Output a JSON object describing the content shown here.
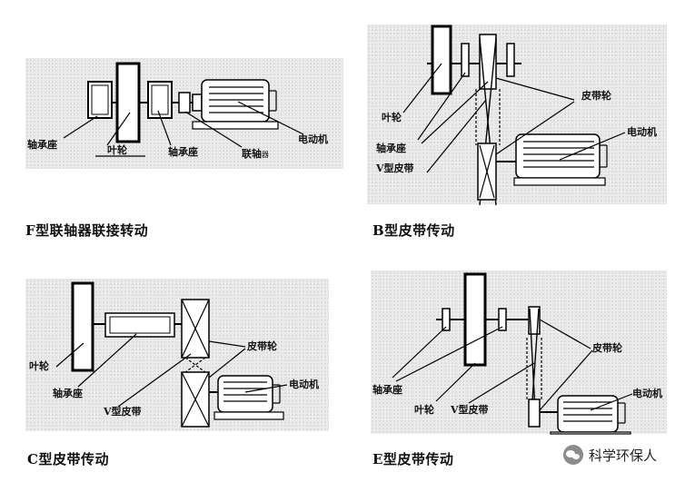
{
  "diagrams": {
    "f": {
      "caption": "F型联轴器联接转动",
      "labels": {
        "bearing_left": "轴承座",
        "impeller": "叶轮",
        "bearing_right": "轴承座",
        "coupling": "联轴",
        "coupling_suffix": "器",
        "motor": "电动机"
      }
    },
    "b": {
      "caption": "B型皮带传动",
      "labels": {
        "pulley": "皮带轮",
        "impeller": "叶轮",
        "bearing": "轴承座",
        "vbelt": "V型皮带",
        "motor": "电动机"
      }
    },
    "c": {
      "caption": "C型皮带传动",
      "labels": {
        "pulley": "皮带轮",
        "impeller": "叶轮",
        "bearing": "轴承座",
        "vbelt": "V型皮带",
        "motor": "电动机"
      }
    },
    "e": {
      "caption": "E型皮带传动",
      "labels": {
        "pulley": "皮带轮",
        "bearing": "轴承座",
        "impeller": "叶轮",
        "vbelt": "V型皮带",
        "motor": "电动机"
      }
    }
  },
  "watermark": {
    "text": "科学环保人",
    "icon": "wechat-icon"
  }
}
